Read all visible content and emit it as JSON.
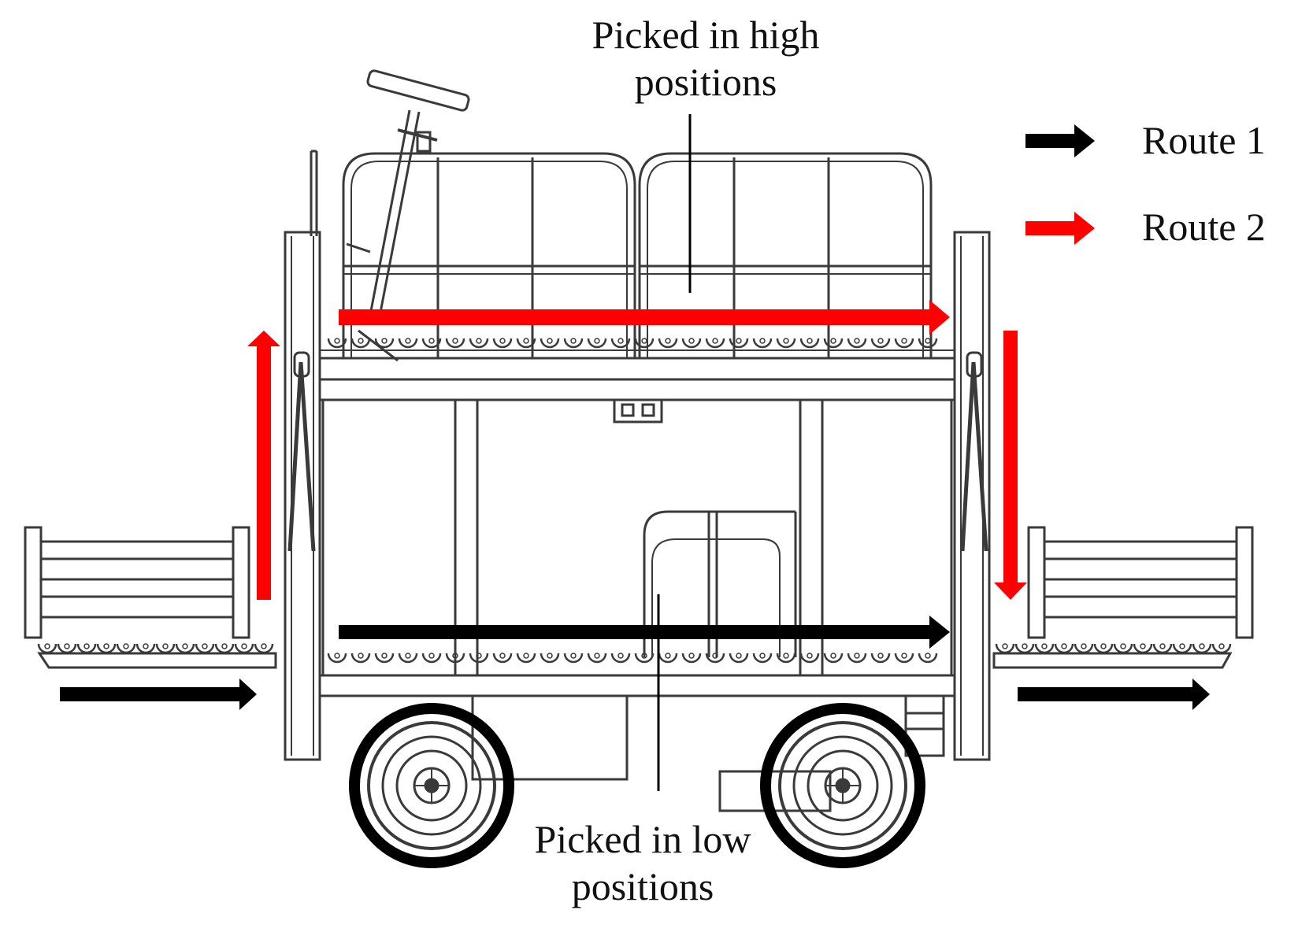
{
  "labels": {
    "high": {
      "line1": "Picked in high",
      "line2": "positions"
    },
    "low": {
      "line1": "Picked in low",
      "line2": "positions"
    }
  },
  "legend": [
    {
      "label": "Route 1",
      "color": "#000000"
    },
    {
      "label": "Route 2",
      "color": "#ff0000"
    }
  ],
  "colors": {
    "route1": "#000000",
    "route2": "#ff0000",
    "line": "#3a3a3a"
  }
}
